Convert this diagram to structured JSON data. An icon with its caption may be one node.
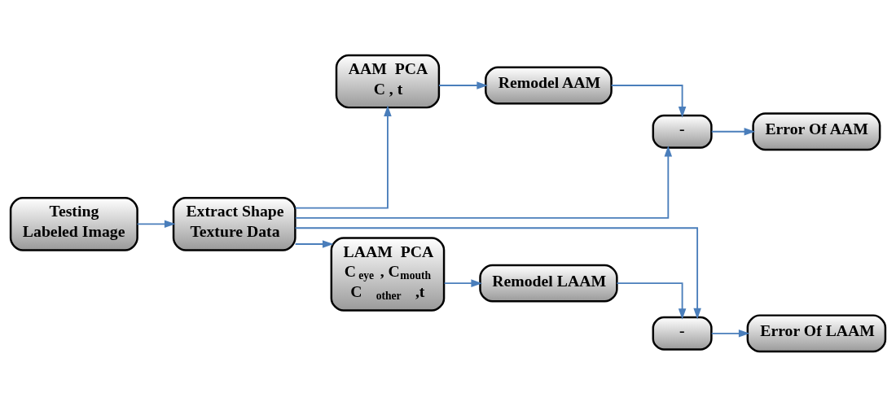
{
  "diagram": {
    "nodes": [
      {
        "text": [
          "Testing Labeled Image"
        ]
      },
      {
        "text": [
          "Extract Shape Texture Data"
        ]
      },
      {
        "text": [
          "AAM  PCA",
          "C , t"
        ]
      },
      {
        "text": [
          "Remodel AAM"
        ]
      },
      {
        "text": [
          "-"
        ]
      },
      {
        "text": [
          "Error Of AAM"
        ]
      },
      {
        "text": [
          "LAAM  PCA",
          "C$_{eye}$ , C$_{mouth}$ C$_{other}$,t"
        ]
      },
      {
        "text": [
          "Remodel LAAM"
        ]
      },
      {
        "text": [
          "-"
        ]
      },
      {
        "text": [
          "Error Of LAAM"
        ]
      }
    ],
    "edges": [
      {
        "from": 0,
        "to": 1,
        "arrow": "to"
      },
      {
        "from": 1,
        "to": 2,
        "arrow": "to"
      },
      {
        "from": 2,
        "to": 3,
        "arrow": "to"
      },
      {
        "from": 3,
        "to": 4,
        "arrow": "to"
      },
      {
        "from": 4,
        "to": 5,
        "arrow": "to"
      },
      {
        "from": 1,
        "to": 4,
        "arrow": "to"
      },
      {
        "from": 1,
        "to": 8,
        "arrow": "to"
      },
      {
        "from": 1,
        "to": 6,
        "arrow": "to"
      },
      {
        "from": 6,
        "to": 7,
        "arrow": "to"
      },
      {
        "from": 7,
        "to": 8,
        "arrow": "to"
      },
      {
        "from": 8,
        "to": 9,
        "arrow": "to"
      }
    ]
  }
}
